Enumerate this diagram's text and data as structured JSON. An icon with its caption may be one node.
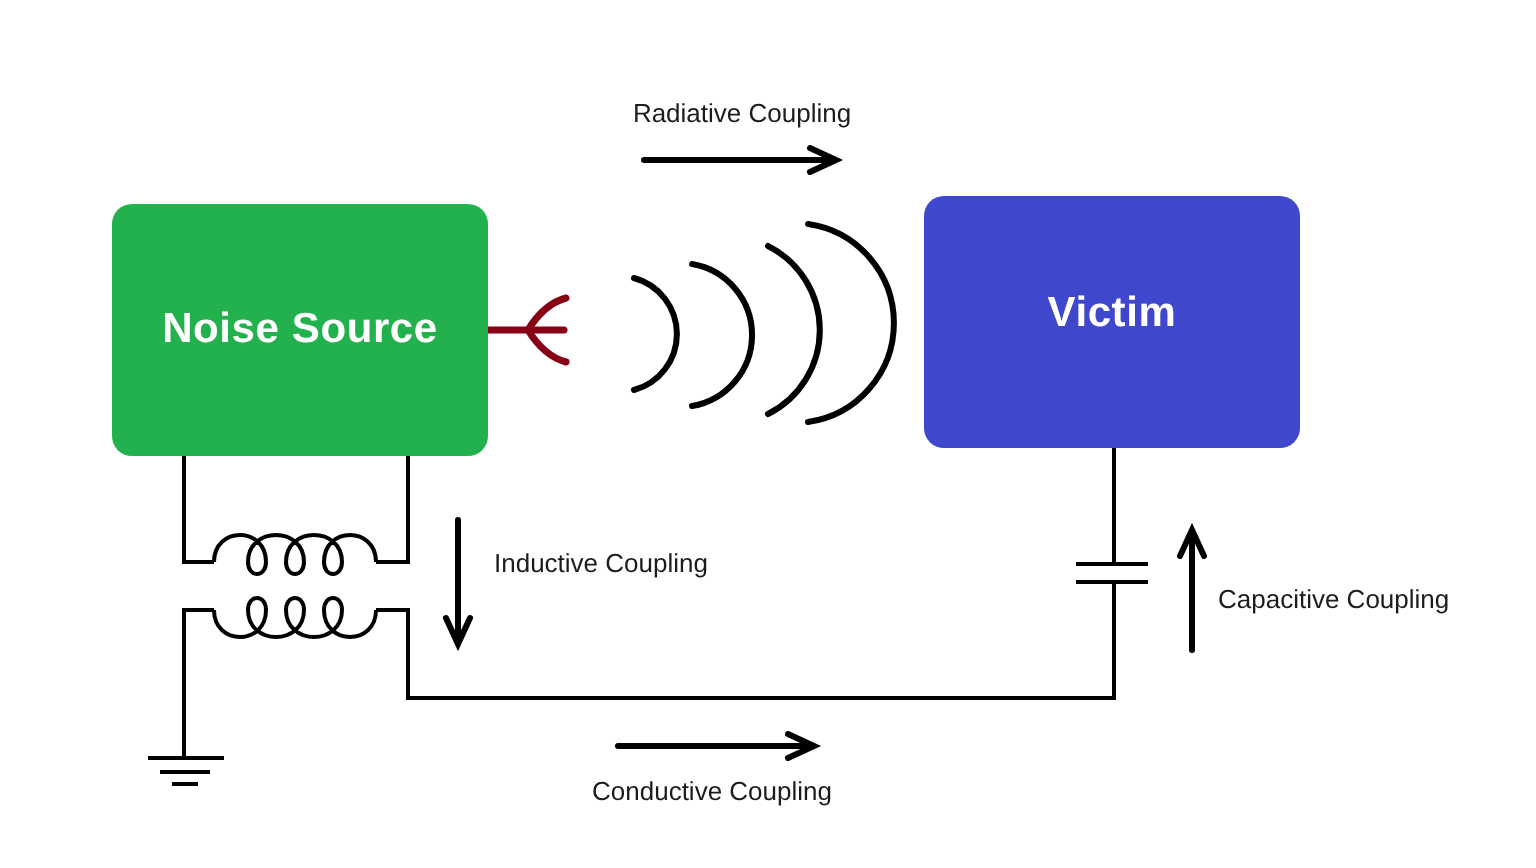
{
  "diagram": {
    "nodes": [
      {
        "text": [
          "Noise Source"
        ]
      },
      {
        "text": [
          "Victim"
        ]
      }
    ],
    "labels": [
      "Radiative Coupling",
      "Inductive Coupling",
      "Capacitive Coupling",
      "Conductive Coupling"
    ]
  }
}
